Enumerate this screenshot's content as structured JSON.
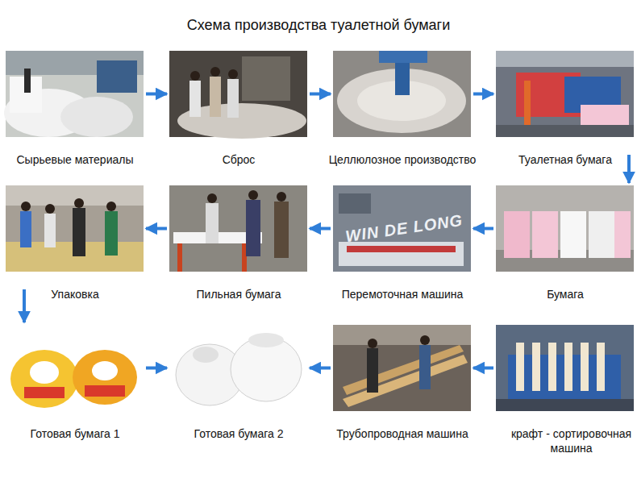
{
  "diagram": {
    "title": "Схема производства туалетной бумаги",
    "nodes": [
      {
        "text": [
          "Сырьевые материалы"
        ]
      },
      {
        "text": [
          "Сброс"
        ]
      },
      {
        "text": [
          "Целлюлозное производство"
        ]
      },
      {
        "text": [
          "Туалетная бумага"
        ]
      },
      {
        "text": [
          "Упаковка"
        ]
      },
      {
        "text": [
          "Пильная бумага"
        ]
      },
      {
        "text": [
          "Перемоточная машина"
        ]
      },
      {
        "text": [
          "Бумага"
        ]
      },
      {
        "text": [
          "Готовая бумага 1"
        ]
      },
      {
        "text": [
          "Готовая бумага 2"
        ]
      },
      {
        "text": [
          "Трубопроводная машина"
        ]
      },
      {
        "text": [
          "крафт - сортировочная машина"
        ]
      }
    ],
    "edges": [
      {
        "from": 0,
        "to": 1,
        "arrow": "to"
      },
      {
        "from": 1,
        "to": 2,
        "arrow": "to"
      },
      {
        "from": 2,
        "to": 3,
        "arrow": "to"
      },
      {
        "from": 3,
        "to": 7,
        "arrow": "to"
      },
      {
        "from": 7,
        "to": 6,
        "arrow": "to"
      },
      {
        "from": 6,
        "to": 5,
        "arrow": "to"
      },
      {
        "from": 5,
        "to": 4,
        "arrow": "to"
      },
      {
        "from": 4,
        "to": 8,
        "arrow": "to"
      },
      {
        "from": 8,
        "to": 9,
        "arrow": "to"
      },
      {
        "from": 10,
        "to": 9,
        "arrow": "to"
      },
      {
        "from": 11,
        "to": 10,
        "arrow": "to"
      }
    ],
    "labels": [
      "WIN DE LONG"
    ]
  }
}
